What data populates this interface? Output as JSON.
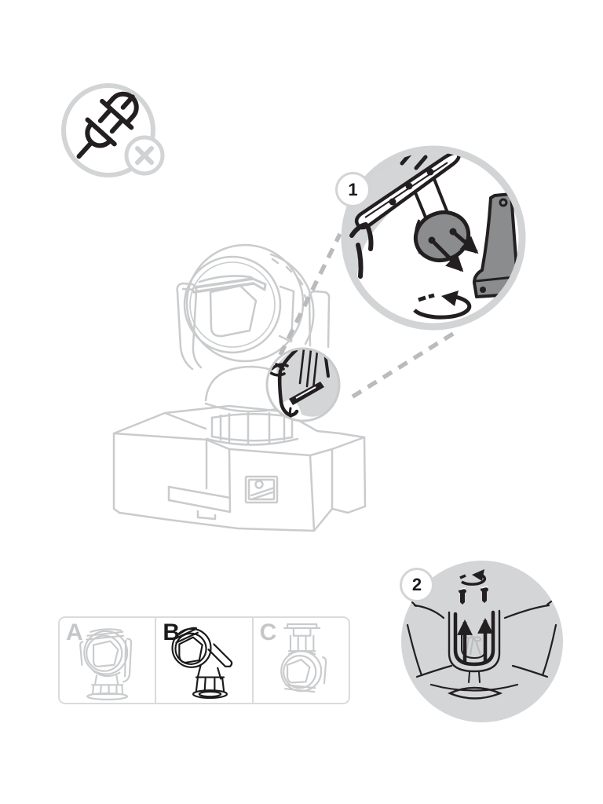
{
  "callouts": {
    "step1": {
      "label": "1"
    },
    "step2": {
      "label": "2"
    }
  },
  "options_panel": {
    "options": [
      {
        "label": "A",
        "selected": false
      },
      {
        "label": "B",
        "selected": true
      },
      {
        "label": "C",
        "selected": false
      }
    ]
  },
  "icons": {
    "warning_badge": "unplugged-power-prohibited-icon",
    "plug": "unplugged-connectors-icon",
    "cross": "x-cross-icon",
    "rotation_step1": "rotate-counterclockwise-icon",
    "rotation_step2": "rotate-counterclockwise-icon",
    "arrows_step1": "insert-direction-arrows",
    "arrows_step2": "screw-up-arrows"
  },
  "colors": {
    "background": "#ffffff",
    "line_black": "#231f20",
    "line_faded": "#c9cbcd",
    "ring_gray": "#d2d4d6",
    "dashed_gray": "#b9bbbd",
    "part_fill_gray": "#8a8c8e",
    "detail_fill_gray": "#d3d5d7",
    "muted_letter": "#c4c6c8",
    "panel_border": "#d9dbdd"
  }
}
